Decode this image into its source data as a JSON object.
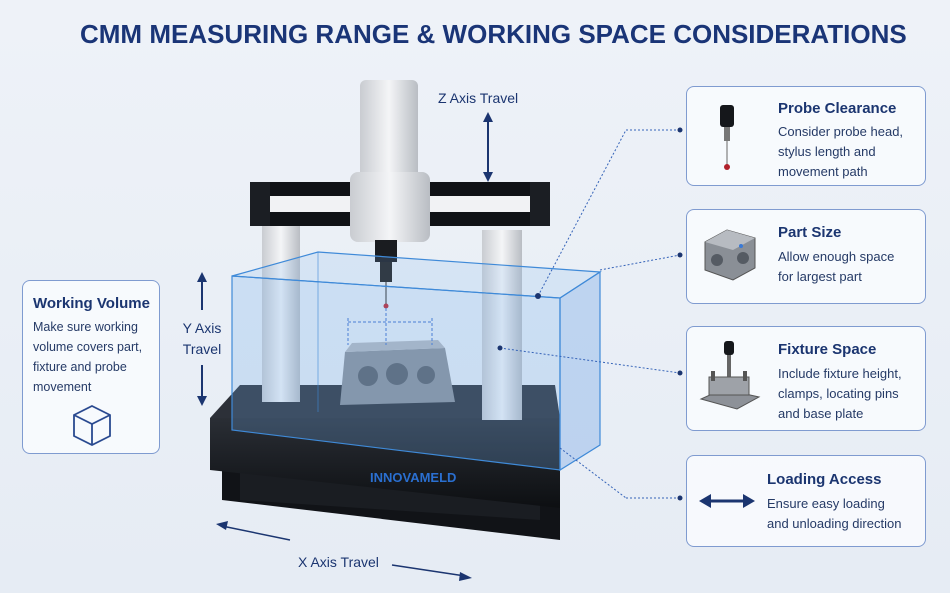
{
  "title": "CMM MEASURING RANGE & WORKING SPACE CONSIDERATIONS",
  "axes": {
    "z": "Z Axis Travel",
    "y_line1": "Y Axis",
    "y_line2": "Travel",
    "x": "X Axis Travel"
  },
  "brand": "INNOVAMELD",
  "left_card": {
    "title": "Working Volume",
    "lines": [
      "Make sure working",
      "volume covers part,",
      "fixture and probe",
      "movement"
    ],
    "icon": "cube-icon"
  },
  "cards": [
    {
      "title": "Probe Clearance",
      "lines": [
        "Consider probe head,",
        "stylus length and",
        "movement path"
      ],
      "icon": "probe-icon"
    },
    {
      "title": "Part Size",
      "lines": [
        "Allow enough space",
        "for largest part"
      ],
      "icon": "engine-block-icon"
    },
    {
      "title": "Fixture Space",
      "lines": [
        "Include fixture height,",
        "clamps, locating pins",
        "and base plate"
      ],
      "icon": "fixture-icon"
    },
    {
      "title": "Loading Access",
      "lines": [
        "Ensure easy loading",
        "and unloading direction"
      ],
      "icon": "double-arrow-icon"
    }
  ],
  "colors": {
    "navy": "#1b3570",
    "accent_blue": "#3f7fd8",
    "granite": "#15181d"
  }
}
